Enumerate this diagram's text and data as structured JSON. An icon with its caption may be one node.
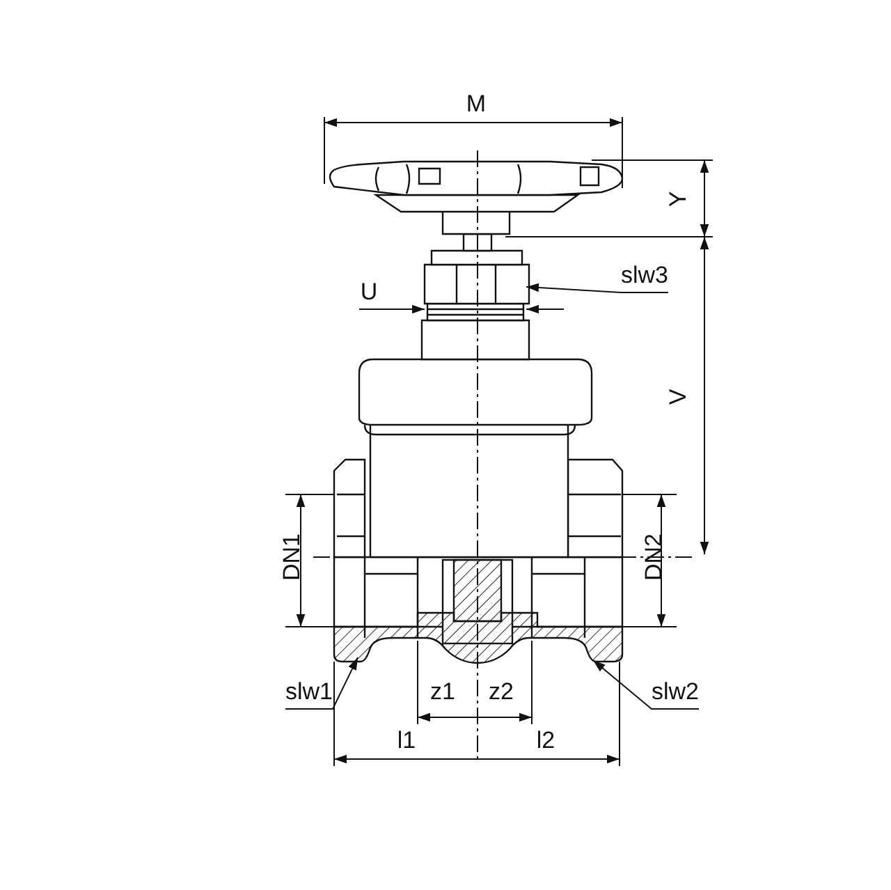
{
  "diagram": {
    "nodes": [
      {
        "text": [
          "slw3"
        ]
      },
      {
        "text": [
          "slw1"
        ]
      },
      {
        "text": [
          "slw2"
        ]
      }
    ],
    "edges": [
      {
        "from": 0,
        "to": null,
        "arrow": "to"
      },
      {
        "from": 1,
        "to": null,
        "arrow": "to"
      },
      {
        "from": 2,
        "to": null,
        "arrow": "to"
      }
    ],
    "labels": [
      "M",
      "Y",
      "U",
      "V",
      "DN1",
      "DN2",
      "z1",
      "z2",
      "l1",
      "l2"
    ]
  }
}
